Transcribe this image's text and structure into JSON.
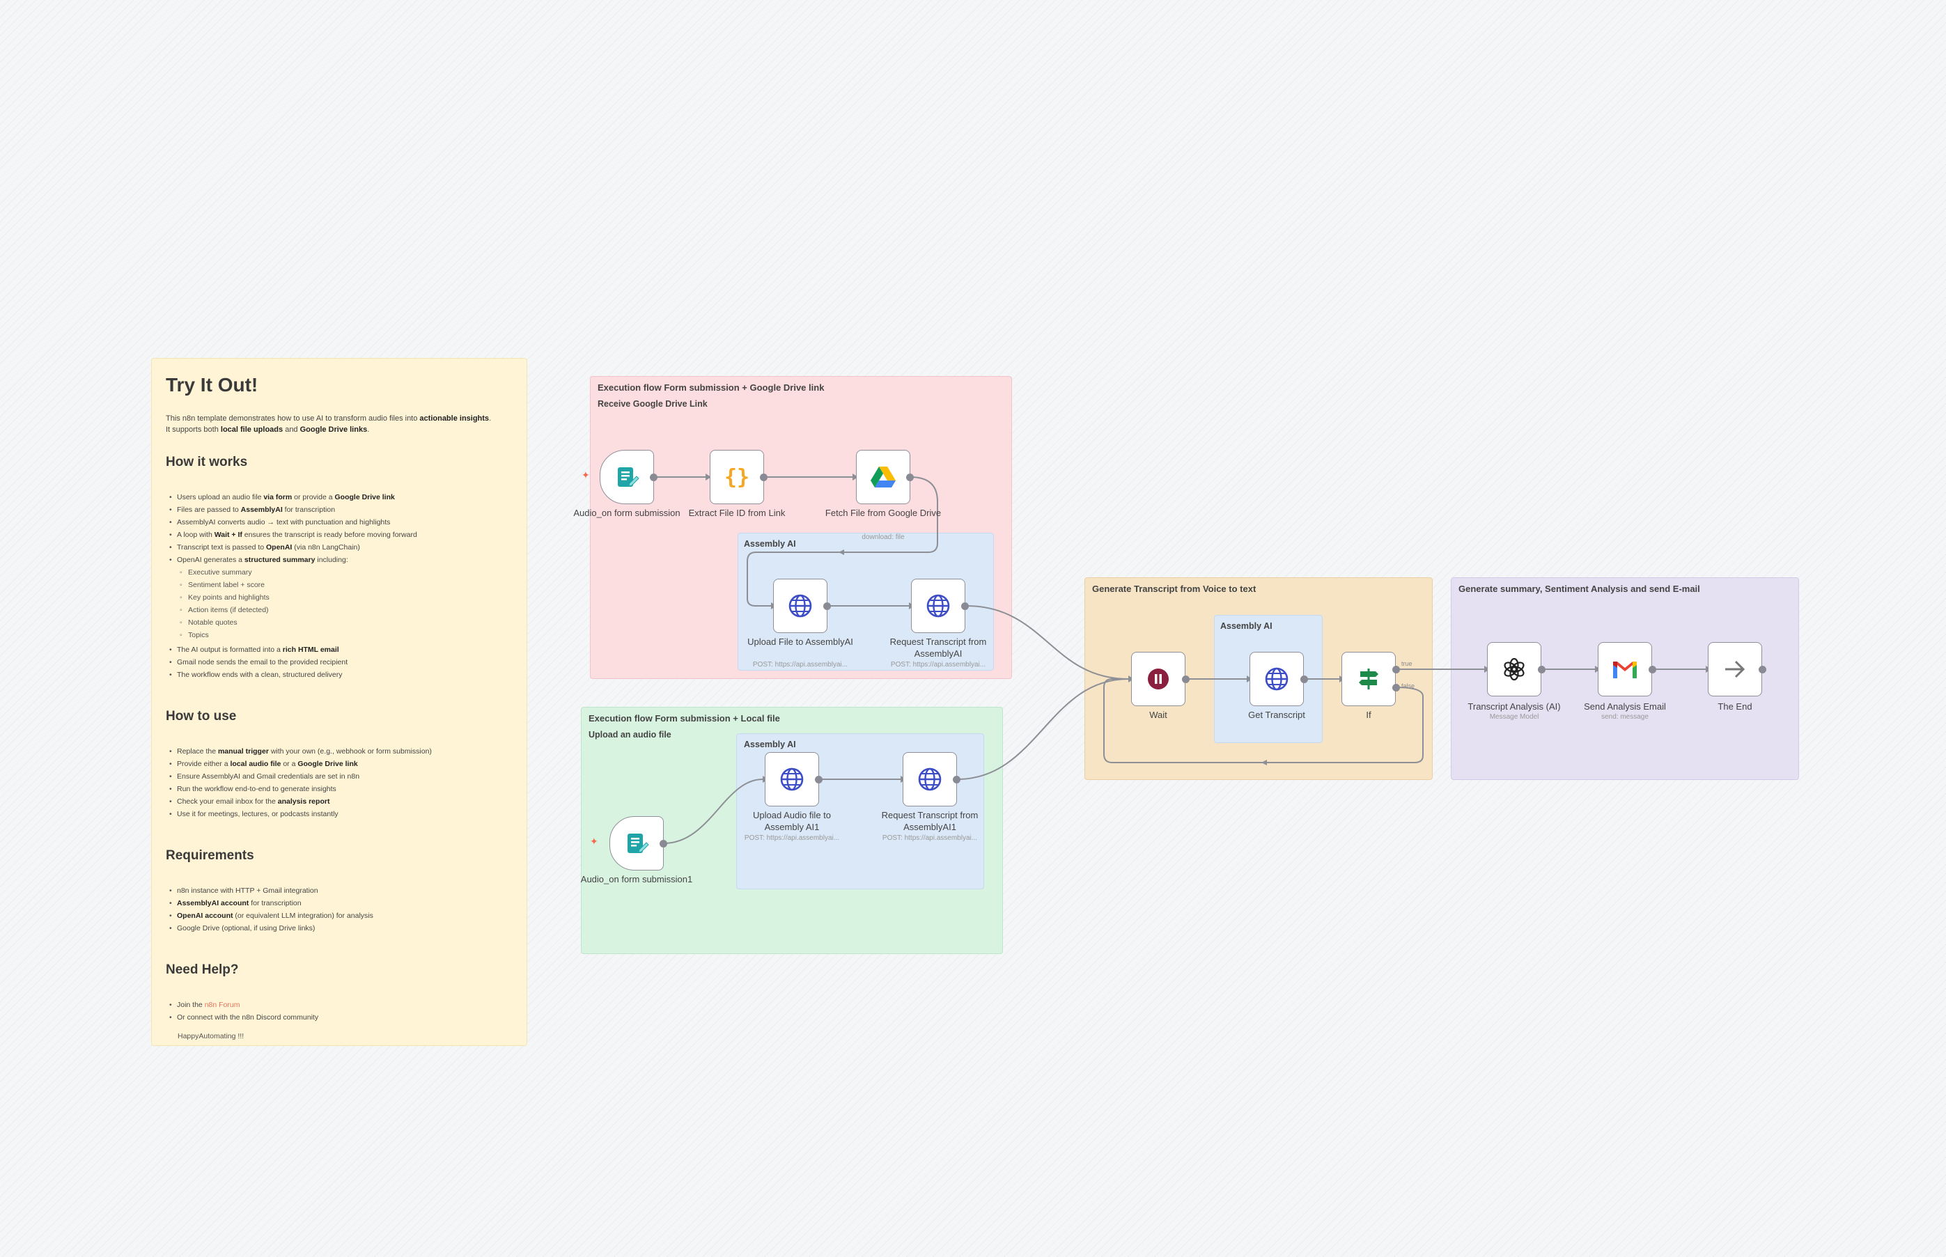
{
  "note": {
    "title": "Try It Out!",
    "intro_1": "This n8n template demonstrates how to use AI to transform audio files into actionable insights.",
    "intro_2": "It supports both local file uploads and Google Drive links.",
    "how_it_works": {
      "heading": "How it works",
      "items": [
        "Users upload an audio file via form or provide a Google Drive link",
        "Files are passed to AssemblyAI for transcription",
        "AssemblyAI converts audio → text with punctuation and highlights",
        "A loop with Wait + If ensures the transcript is ready before moving forward",
        "Transcript text is passed to OpenAI (via n8n LangChain)",
        "OpenAI generates a structured summary including:"
      ],
      "subitems": [
        "Executive summary",
        "Sentiment label + score",
        "Key points and highlights",
        "Action items (if detected)",
        "Notable quotes",
        "Topics"
      ],
      "items_after": [
        "The AI output is formatted into a rich HTML email",
        "Gmail node sends the email to the provided recipient",
        "The workflow ends with a clean, structured delivery"
      ]
    },
    "how_to_use": {
      "heading": "How to use",
      "items": [
        "Replace the manual trigger with your own (e.g., webhook or form submission)",
        "Provide either a local audio file or a Google Drive link",
        "Ensure AssemblyAI and Gmail credentials are set in n8n",
        "Run the workflow end-to-end to generate insights",
        "Check your email inbox for the analysis report",
        "Use it for meetings, lectures, or podcasts instantly"
      ]
    },
    "requirements": {
      "heading": "Requirements",
      "items": [
        "n8n instance with HTTP + Gmail integration",
        "AssemblyAI account for transcription",
        "OpenAI account (or equivalent LLM integration) for analysis",
        "Google Drive (optional, if using Drive links)"
      ]
    },
    "help": {
      "heading": "Need Help?",
      "join_prefix": "Join the ",
      "join_link": "n8n Forum",
      "discord": "Or connect with the n8n Discord community",
      "signoff": "HappyAutomating !!!"
    }
  },
  "groups": {
    "drive": {
      "title": "Execution flow Form submission + Google Drive link",
      "subtitle": "Receive Google Drive Link",
      "inner_title": "Assembly AI"
    },
    "local": {
      "title": "Execution flow Form submission + Local file",
      "subtitle": "Upload an audio file",
      "inner_title": "Assembly AI"
    },
    "transcript": {
      "title": "Generate Transcript from Voice to text",
      "inner_title": "Assembly AI"
    },
    "summary": {
      "title": "Generate summary, Sentiment Analysis and send E-mail"
    }
  },
  "nodes": {
    "form1": {
      "label": "Audio_on form submission",
      "icon": "form-icon"
    },
    "extract": {
      "label": "Extract File ID from Link",
      "icon": "code-braces-icon"
    },
    "gdrive": {
      "label": "Fetch File from Google Drive",
      "sub": "download: file",
      "icon": "google-drive-icon"
    },
    "upload1": {
      "label": "Upload File to AssemblyAI",
      "sub": "POST: https://api.assemblyai...",
      "icon": "globe-icon"
    },
    "request1": {
      "label": "Request Transcript from AssemblyAI",
      "sub": "POST: https://api.assemblyai...",
      "icon": "globe-icon"
    },
    "form2": {
      "label": "Audio_on form submission1",
      "icon": "form-icon"
    },
    "upload2": {
      "label": "Upload Audio file to Assembly AI1",
      "sub": "POST: https://api.assemblyai...",
      "icon": "globe-icon"
    },
    "request2": {
      "label": "Request Transcript from AssemblyAI1",
      "sub": "POST: https://api.assemblyai...",
      "icon": "globe-icon"
    },
    "wait": {
      "label": "Wait",
      "icon": "pause-icon"
    },
    "get": {
      "label": "Get Transcript",
      "icon": "globe-icon"
    },
    "if": {
      "label": "If",
      "branch_true": "true",
      "branch_false": "false",
      "icon": "signpost-icon"
    },
    "analysis": {
      "label": "Transcript Analysis (AI)",
      "sub": "Message Model",
      "icon": "openai-icon"
    },
    "email": {
      "label": "Send Analysis Email",
      "sub": "send: message",
      "icon": "gmail-icon"
    },
    "end": {
      "label": "The End",
      "icon": "arrow-right-icon"
    }
  },
  "colors": {
    "drive_group": "#fcdde0",
    "local_group": "#d9f3e1",
    "transcript_group": "#f7e4c5",
    "summary_group": "#e5e1f2",
    "assembly_subgroup": "#dbe8f7",
    "note_bg": "#fff5d6",
    "trigger_teal": "#1fa5a8",
    "pause_maroon": "#8b1f3f",
    "globe_blue": "#3d4dc6",
    "if_green": "#1e8a4a"
  }
}
